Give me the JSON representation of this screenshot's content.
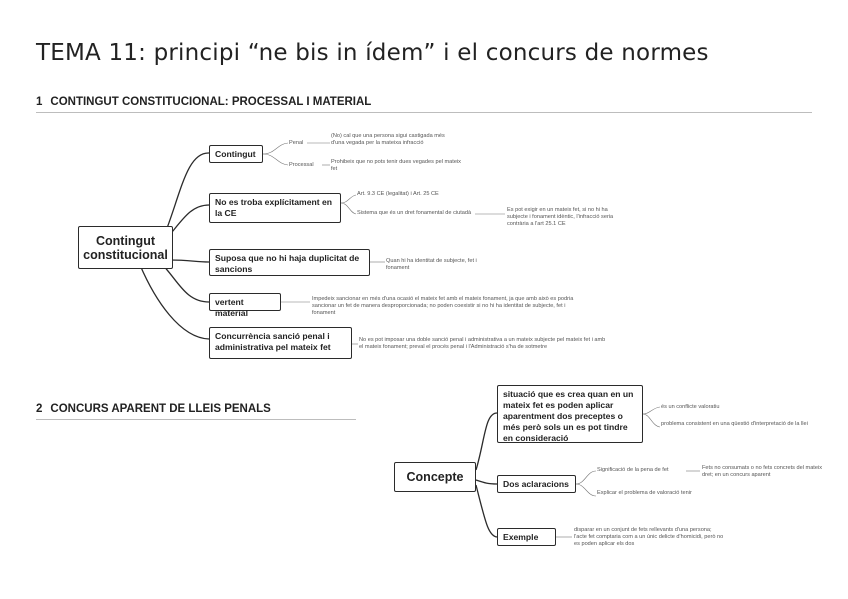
{
  "doc_title": "TEMA 11: principi “ne bis in ídem” i el concurs de normes",
  "sections": [
    {
      "num": "1",
      "heading": "CONTINGUT CONSTITUCIONAL: PROCESSAL I MATERIAL"
    },
    {
      "num": "2",
      "heading": "CONCURS APARENT DE LLEIS PENALS"
    }
  ],
  "map1": {
    "root": "Contingut constitucional",
    "branches": [
      {
        "label": "Contingut",
        "children": [
          {
            "label": "Penal",
            "note": "(No) cal que una persona sigui castigada més d'una vegada per la mateixa infracció"
          },
          {
            "label": "Processal",
            "note": "Prohibeix que no pots tenir dues vegades pel mateix fet"
          }
        ]
      },
      {
        "label": "No es troba explícitament en la CE",
        "children": [
          {
            "label": "",
            "note": "Art. 9.3 CE (legalitat) i Art. 25 CE"
          },
          {
            "label": "",
            "note": "Sistema que és un dret fonamental de ciutadà"
          }
        ],
        "extra_note": "Es pot exigir en un mateix fet, si no hi ha subjecte i fonament idèntic, l'infracció seria contrària a l'art 25.1 CE"
      },
      {
        "label": "Suposa que no hi haja duplicitat de sancions",
        "note": "Quan hi ha identitat de subjecte, fet i fonament"
      },
      {
        "label": "vertent material",
        "note": "Impedeix sancionar en més d'una ocasió el mateix fet amb el mateix fonament, ja que amb això es podria sancionar un fet de manera desproporcionada; no poden coexistir si no hi ha identitat de subjecte, fet i fonament"
      },
      {
        "label": "Concurrència sanció penal i administrativa pel mateix fet",
        "note": "No es pot imposar una doble sanció penal i administrativa a un mateix subjecte pel mateix fet i amb el mateix fonament; preval el procés penal i l'Administració s'ha de sotmetre"
      }
    ]
  },
  "map2": {
    "root": "Concepte",
    "branches": [
      {
        "label": "situació que es crea quan en un mateix fet es poden aplicar aparentment dos preceptes o més però sols un es pot tindre en consideració",
        "children": [
          {
            "note": "és un conflicte valoratiu"
          },
          {
            "note": "problema consistent en una qüestió d'interpretació de la llei"
          }
        ]
      },
      {
        "label": "Dos aclaracions",
        "children": [
          {
            "note": "Significació de la pena de fet",
            "extra": "Fets no consumats o no fets concrets del mateix dret; en un concurs aparent"
          },
          {
            "note": "Explicar el problema de valoració tenir"
          }
        ]
      },
      {
        "label": "Exemple",
        "note": "disparar en un conjunt de fets rellevants d'una persona; l'acte fet comptaria com a un únic delicte d'homicidi, però no es poden aplicar els dos"
      }
    ]
  }
}
